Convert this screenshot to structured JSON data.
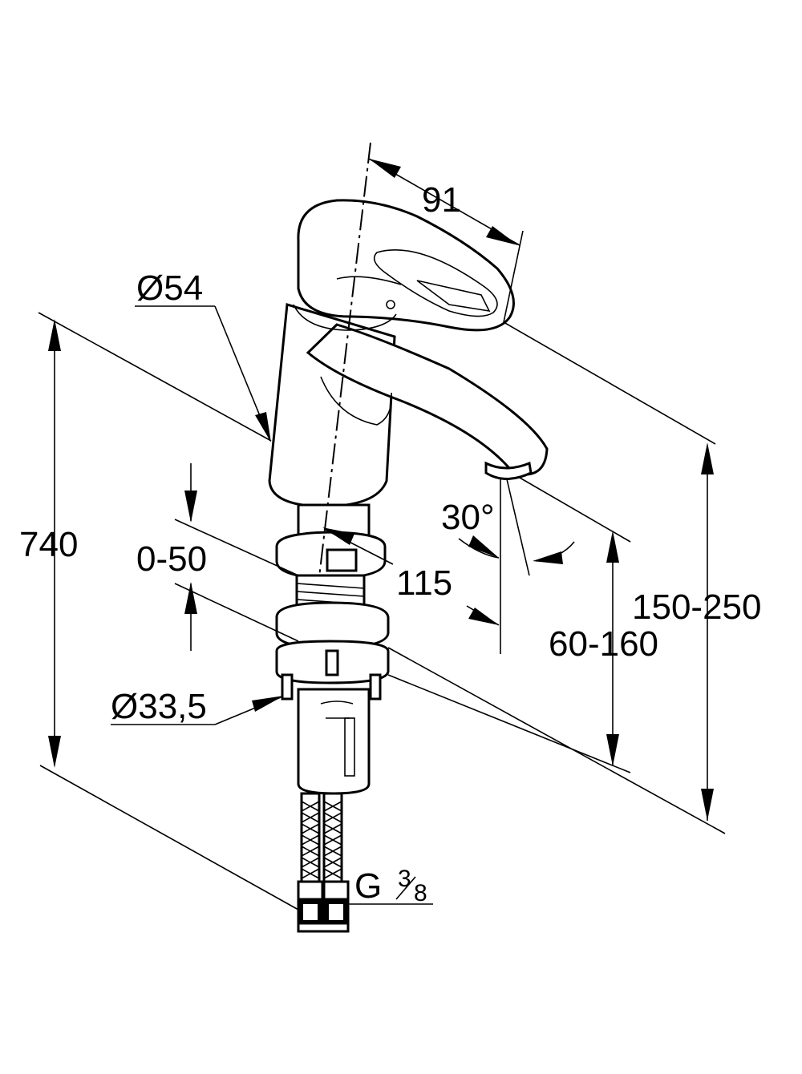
{
  "dimensions": {
    "lever_length": "91",
    "body_diameter": "Ø54",
    "total_height": "740",
    "thickness_range": "0-50",
    "spout_reach": "115",
    "spout_angle": "30°",
    "spout_height": "60-160",
    "overall_height": "150-250",
    "thread_diameter": "Ø33,5",
    "connection_g": "G",
    "connection_num": "3",
    "connection_den": "8"
  }
}
